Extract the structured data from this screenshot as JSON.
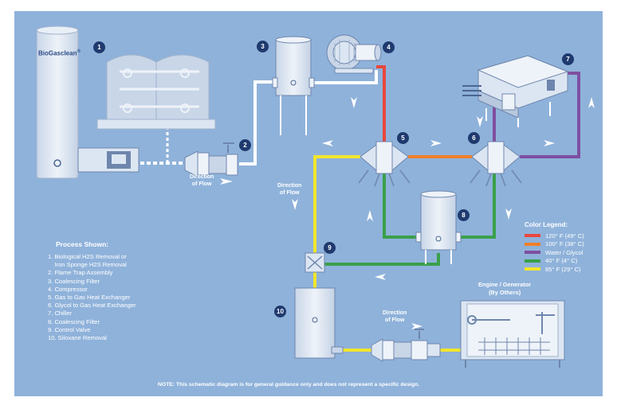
{
  "brand": "BioGasclean",
  "brand_mark": "®",
  "equipment_numbers": [
    "1",
    "2",
    "3",
    "4",
    "5",
    "6",
    "7",
    "8",
    "9",
    "10"
  ],
  "flow_label": "Direction\nof Flow",
  "flow_labels": [
    {
      "line1": "Direction",
      "line2": "of Flow"
    },
    {
      "line1": "Direction",
      "line2": "of Flow"
    },
    {
      "line1": "Direction",
      "line2": "of Flow"
    }
  ],
  "process": {
    "title": "Process Shown:",
    "items": [
      "1. Biological H2S Removal or",
      "    Iron Sponge H2S Removal",
      "2. Flame Trap Assembly",
      "3. Coalescing Filter",
      "4. Compressor",
      "5. Gas to Gas Heat Exchanger",
      "6. Glycol to Gas Heat Exchanger",
      "7. Chiller",
      "8. Coalescing Filter",
      "9. Control Valve",
      "10. Siloxane Removal"
    ]
  },
  "legend": {
    "title": "Color Legend:",
    "items": [
      {
        "label": "120° F (49° C)",
        "color": "#e8473c"
      },
      {
        "label": "100° F (38° C)",
        "color": "#f07f2a"
      },
      {
        "label": "Water / Glycol",
        "color": "#7f4fa0"
      },
      {
        "label": "40° F (4° C)",
        "color": "#3aa04a"
      },
      {
        "label": "85° F (29° C)",
        "color": "#f2e52b"
      }
    ]
  },
  "engine": {
    "line1": "Engine / Generator",
    "line2": "(By Others)"
  },
  "note": "NOTE: This schematic diagram is for general guidance only and does not represent a specific design.",
  "colors": {
    "background": "#8fb2da",
    "equipment": "#dce6f2",
    "equipment_dark": "#6e86ad",
    "badge": "#1f3a6e",
    "pipe_white": "#ffffff"
  }
}
